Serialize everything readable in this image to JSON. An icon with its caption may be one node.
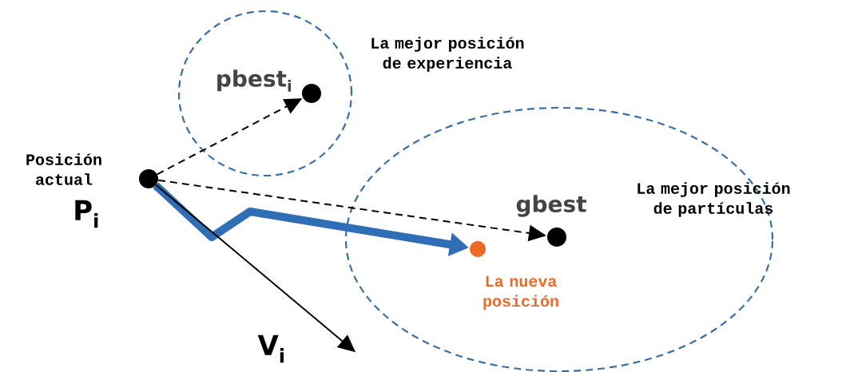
{
  "diagram": {
    "nodes": [
      {
        "text": [
          "La mejor posición de experiencia"
        ]
      },
      {
        "text": [
          "La mejor posición de partículas"
        ]
      },
      {
        "text": [],
        "shape": "circle",
        "beside": [
          "Posición actual",
          "P$_{i}$"
        ]
      },
      {
        "text": [],
        "shape": "circle",
        "in": 0,
        "beside": [
          "pbest$_{i}$"
        ]
      },
      {
        "text": [],
        "shape": "circle",
        "in": 1,
        "beside": [
          "gbest"
        ]
      },
      {
        "text": [],
        "shape": "circle",
        "in": 1,
        "beside": [
          "La nueva posición"
        ]
      }
    ],
    "edges": [
      {
        "from": 2,
        "to": 3,
        "arrow": "to",
        "style": "dashed"
      },
      {
        "from": 2,
        "to": 4,
        "arrow": "to",
        "style": "dashed"
      },
      {
        "from": 2,
        "to": 5,
        "arrow": "to",
        "style": "thick",
        "color": "#2f6db5"
      },
      {
        "from": 2,
        "to": null,
        "arrow": "to",
        "label": "V$_{i}$"
      }
    ]
  }
}
